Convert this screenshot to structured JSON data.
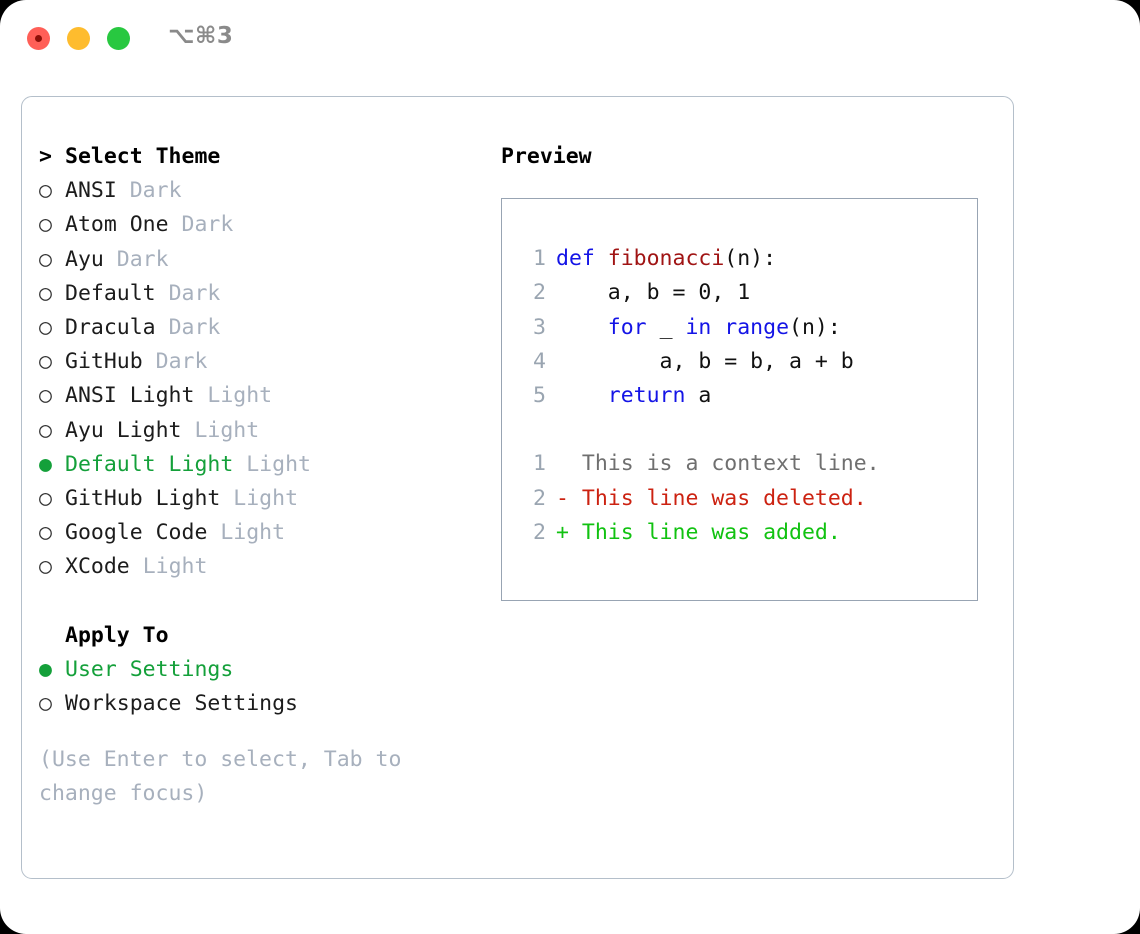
{
  "titlebar": {
    "shortcut": "⌥⌘3",
    "buttons": [
      "close",
      "minimize",
      "maximize"
    ]
  },
  "colors": {
    "selected_green": "#14a03a",
    "keyword_blue": "#1414e6",
    "function_red": "#a01414",
    "diff_delete_red": "#cc2211",
    "diff_add_green": "#11c211",
    "dim_gray": "#a7b0bd",
    "border": "#b4bfca"
  },
  "theme_list": {
    "header": {
      "marker": ">",
      "label": "Select Theme"
    },
    "items": [
      {
        "marker": "○",
        "name": "ANSI",
        "variant": "Dark",
        "selected": false
      },
      {
        "marker": "○",
        "name": "Atom One",
        "variant": "Dark",
        "selected": false
      },
      {
        "marker": "○",
        "name": "Ayu",
        "variant": "Dark",
        "selected": false
      },
      {
        "marker": "○",
        "name": "Default",
        "variant": "Dark",
        "selected": false
      },
      {
        "marker": "○",
        "name": "Dracula",
        "variant": "Dark",
        "selected": false
      },
      {
        "marker": "○",
        "name": "GitHub",
        "variant": "Dark",
        "selected": false
      },
      {
        "marker": "○",
        "name": "ANSI Light",
        "variant": "Light",
        "selected": false
      },
      {
        "marker": "○",
        "name": "Ayu Light",
        "variant": "Light",
        "selected": false
      },
      {
        "marker": "●",
        "name": "Default Light",
        "variant": "Light",
        "selected": true
      },
      {
        "marker": "○",
        "name": "GitHub Light",
        "variant": "Light",
        "selected": false
      },
      {
        "marker": "○",
        "name": "Google Code",
        "variant": "Light",
        "selected": false
      },
      {
        "marker": "○",
        "name": "XCode",
        "variant": "Light",
        "selected": false
      }
    ]
  },
  "apply_to": {
    "header": "Apply To",
    "items": [
      {
        "marker": "●",
        "label": "User Settings",
        "selected": true
      },
      {
        "marker": "○",
        "label": "Workspace Settings",
        "selected": false
      }
    ]
  },
  "hint": "(Use Enter to select, Tab to change focus)",
  "preview": {
    "title": "Preview",
    "code_lines": [
      {
        "num": "1",
        "segments": [
          {
            "text": "def ",
            "style": "kw"
          },
          {
            "text": "fibonacci",
            "style": "fn"
          },
          {
            "text": "(n):",
            "style": "plain"
          }
        ]
      },
      {
        "num": "2",
        "segments": [
          {
            "text": "    a, b = 0, 1",
            "style": "plain"
          }
        ]
      },
      {
        "num": "3",
        "segments": [
          {
            "text": "    for ",
            "style": "kw"
          },
          {
            "text": "_ ",
            "style": "plain"
          },
          {
            "text": "in ",
            "style": "kw"
          },
          {
            "text": "range",
            "style": "kw"
          },
          {
            "text": "(n):",
            "style": "plain"
          }
        ]
      },
      {
        "num": "4",
        "segments": [
          {
            "text": "        a, b = b, a + b",
            "style": "plain"
          }
        ]
      },
      {
        "num": "5",
        "segments": [
          {
            "text": "    return ",
            "style": "kw"
          },
          {
            "text": "a",
            "style": "plain"
          }
        ]
      }
    ],
    "diff_lines": [
      {
        "num": "1",
        "sign": " ",
        "text": " This is a context line.",
        "kind": "context"
      },
      {
        "num": "2",
        "sign": "-",
        "text": " This line was deleted.",
        "kind": "delete"
      },
      {
        "num": "2",
        "sign": "+",
        "text": " This line was added.",
        "kind": "add"
      }
    ]
  }
}
